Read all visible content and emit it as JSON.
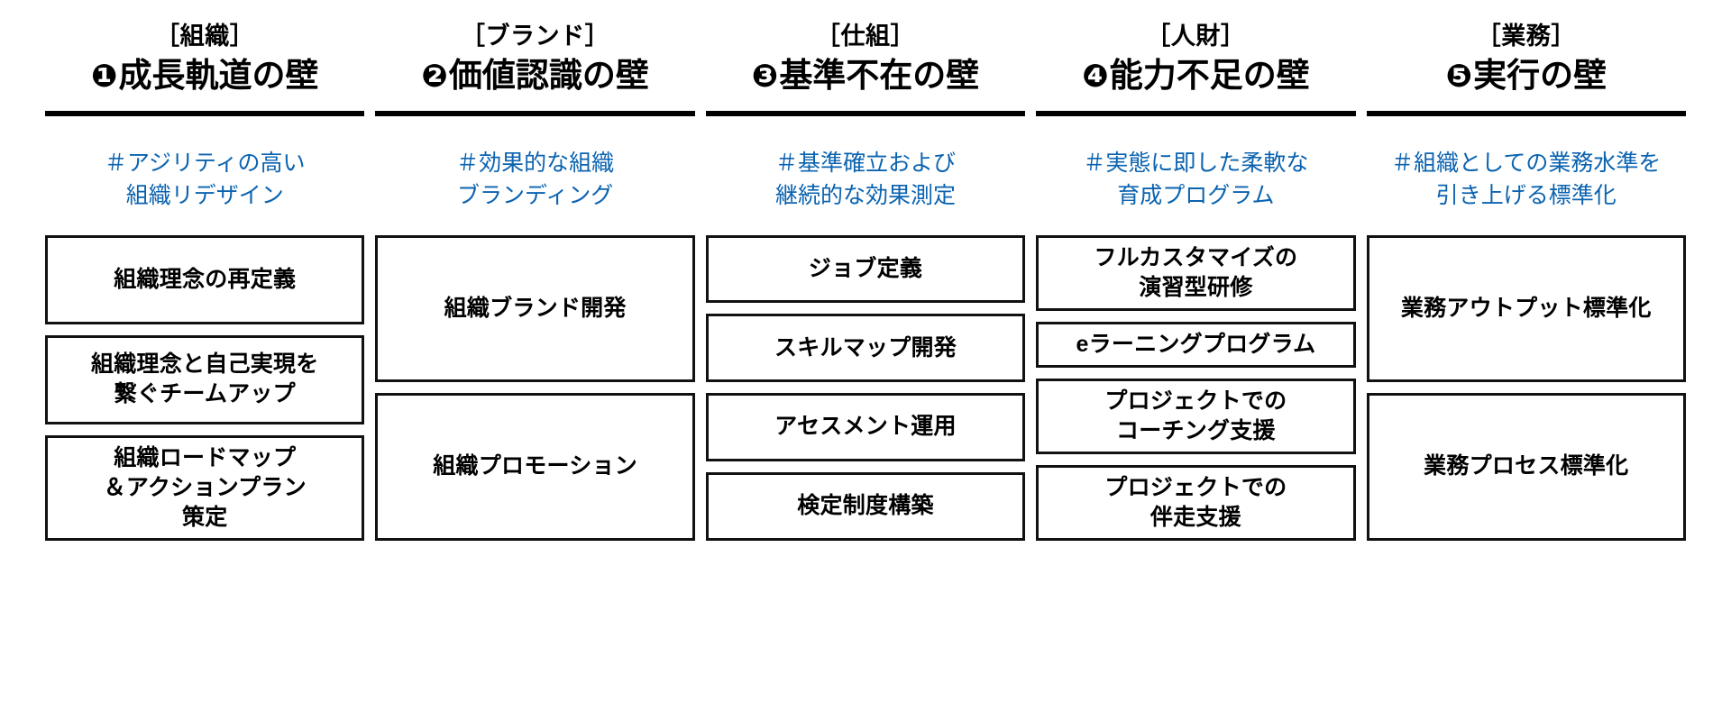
{
  "meta": {
    "accent_blue": "#0B63B0",
    "ink": "#000000",
    "background": "#FFFFFF"
  },
  "columns": [
    {
      "id": "organization",
      "bracket": "［組織］",
      "number": "❶",
      "title": "成長軌道の壁",
      "tagline": "＃アジリティの高い\n組織リデザイン",
      "boxes": [
        {
          "label": "組織理念の再定義",
          "span": 1
        },
        {
          "label": "組織理念と自己実現を\n繋ぐチームアップ",
          "span": 1
        },
        {
          "label": "組織ロードマップ\n＆アクションプラン\n策定",
          "span": 1
        }
      ]
    },
    {
      "id": "brand",
      "bracket": "［ブランド］",
      "number": "❷",
      "title": "価値認識の壁",
      "tagline": "＃効果的な組織\nブランディング",
      "boxes": [
        {
          "label": "組織ブランド開発",
          "span": 2
        },
        {
          "label": "組織プロモーション",
          "span": 2
        }
      ]
    },
    {
      "id": "system",
      "bracket": "［仕組］",
      "number": "❸",
      "title": "基準不在の壁",
      "tagline": "＃基準確立および\n継続的な効果測定",
      "boxes": [
        {
          "label": "ジョブ定義",
          "span": 1
        },
        {
          "label": "スキルマップ開発",
          "span": 1
        },
        {
          "label": "アセスメント運用",
          "span": 1
        },
        {
          "label": "検定制度構築",
          "span": 1
        }
      ]
    },
    {
      "id": "talent",
      "bracket": "［人財］",
      "number": "❹",
      "title": "能力不足の壁",
      "tagline": "＃実態に即した柔軟な\n育成プログラム",
      "boxes": [
        {
          "label": "フルカスタマイズの\n演習型研修",
          "span": 1
        },
        {
          "label": "eラーニングプログラム",
          "span": 1
        },
        {
          "label": "プロジェクトでの\nコーチング支援",
          "span": 1
        },
        {
          "label": "プロジェクトでの\n伴走支援",
          "span": 1
        }
      ]
    },
    {
      "id": "operations",
      "bracket": "［業務］",
      "number": "❺",
      "title": "実行の壁",
      "tagline": "＃組織としての業務水準を\n引き上げる標準化",
      "boxes": [
        {
          "label": "業務アウトプット標準化",
          "span": 2
        },
        {
          "label": "業務プロセス標準化",
          "span": 2
        }
      ]
    }
  ]
}
